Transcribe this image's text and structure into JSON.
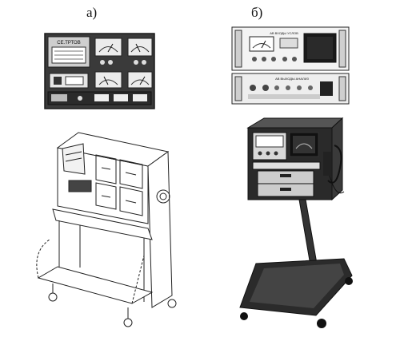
{
  "labels": {
    "a": "а)",
    "b": "б)"
  },
  "panel_a": {
    "title": "СЕ.ТРТОВ"
  },
  "panel_b": {
    "top_unit_text": "АВ ВХОДЫ УСЛОВ",
    "bottom_unit_text": "АВ ВЫХОДЫ АНАЛИЗ"
  }
}
